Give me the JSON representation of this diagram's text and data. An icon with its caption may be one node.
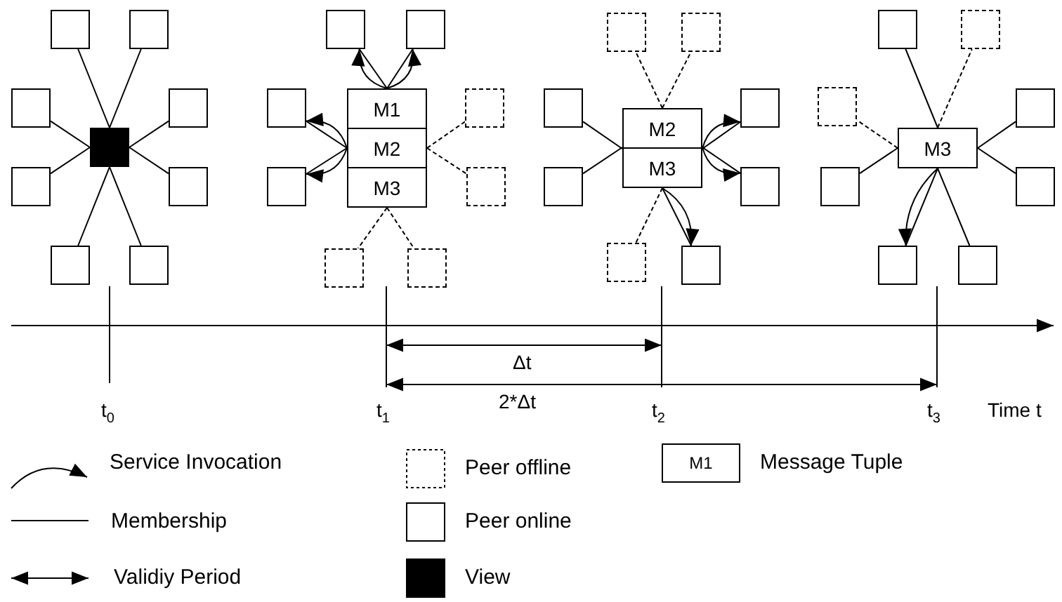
{
  "diagram": {
    "nodes": [
      {
        "text": [],
        "shape": "box"
      },
      {
        "text": [],
        "shape": "box"
      },
      {
        "text": [],
        "shape": "box"
      },
      {
        "text": [],
        "shape": "box"
      },
      {
        "text": [],
        "shape": "square"
      },
      {
        "text": [],
        "shape": "box"
      },
      {
        "text": [],
        "shape": "box"
      },
      {
        "text": [],
        "shape": "box"
      },
      {
        "text": [],
        "shape": "box"
      },
      {
        "text": [],
        "shape": "box"
      },
      {
        "text": [],
        "shape": "box"
      },
      {
        "text": [],
        "shape": "box"
      },
      {
        "text": [
          "M1"
        ]
      },
      {
        "text": [],
        "shape": "box"
      },
      {
        "text": [
          "M2"
        ]
      },
      {
        "text": [],
        "shape": "box"
      },
      {
        "text": [],
        "shape": "box"
      },
      {
        "text": [
          "M3"
        ]
      },
      {
        "text": [],
        "shape": "box"
      },
      {
        "text": [],
        "shape": "box"
      },
      {
        "text": [],
        "shape": "box"
      },
      {
        "text": [],
        "shape": "box"
      },
      {
        "text": [],
        "shape": "box"
      },
      {
        "text": [],
        "shape": "box"
      },
      {
        "text": [
          "M2"
        ]
      },
      {
        "text": [
          "M3"
        ]
      },
      {
        "text": [],
        "shape": "box"
      },
      {
        "text": [],
        "shape": "box"
      },
      {
        "text": [],
        "shape": "box"
      },
      {
        "text": [],
        "shape": "box"
      },
      {
        "text": [],
        "shape": "box"
      },
      {
        "text": [],
        "shape": "box"
      },
      {
        "text": [],
        "shape": "box"
      },
      {
        "text": [],
        "shape": "box"
      },
      {
        "text": [
          "M3"
        ]
      },
      {
        "text": [],
        "shape": "box"
      },
      {
        "text": [],
        "shape": "box"
      },
      {
        "text": [],
        "shape": "box"
      },
      {
        "text": [],
        "shape": "box"
      }
    ],
    "edges": [
      {
        "from": 4,
        "to": 0,
        "arrow": "none"
      },
      {
        "from": 4,
        "to": 1,
        "arrow": "none"
      },
      {
        "from": 4,
        "to": 2,
        "arrow": "none"
      },
      {
        "from": 4,
        "to": 3,
        "arrow": "none"
      },
      {
        "from": 4,
        "to": 5,
        "arrow": "none"
      },
      {
        "from": 4,
        "to": 6,
        "arrow": "none"
      },
      {
        "from": 4,
        "to": 7,
        "arrow": "none"
      },
      {
        "from": 4,
        "to": 8,
        "arrow": "none"
      },
      {
        "from": 12,
        "to": 9,
        "arrow": "none"
      },
      {
        "from": 12,
        "to": 10,
        "arrow": "none"
      },
      {
        "from": 12,
        "to": 9,
        "arrow": "to"
      },
      {
        "from": 12,
        "to": 10,
        "arrow": "to"
      },
      {
        "from": 14,
        "to": 11,
        "arrow": "none"
      },
      {
        "from": 14,
        "to": 15,
        "arrow": "none"
      },
      {
        "from": 14,
        "to": 11,
        "arrow": "to"
      },
      {
        "from": 14,
        "to": 15,
        "arrow": "to"
      },
      {
        "from": 14,
        "to": 13,
        "arrow": "none",
        "style": "dashed"
      },
      {
        "from": 14,
        "to": 16,
        "arrow": "none",
        "style": "dashed"
      },
      {
        "from": 17,
        "to": 18,
        "arrow": "none",
        "style": "dashed"
      },
      {
        "from": 17,
        "to": 19,
        "arrow": "none",
        "style": "dashed"
      },
      {
        "from": 24,
        "to": 20,
        "arrow": "none",
        "style": "dashed"
      },
      {
        "from": 24,
        "to": 21,
        "arrow": "none",
        "style": "dashed"
      },
      {
        "from": 24,
        "to": 22,
        "arrow": "none"
      },
      {
        "from": 25,
        "to": 26,
        "arrow": "none"
      },
      {
        "from": 24,
        "to": 23,
        "arrow": "none"
      },
      {
        "from": 25,
        "to": 27,
        "arrow": "none"
      },
      {
        "from": 24,
        "to": 23,
        "arrow": "to"
      },
      {
        "from": 25,
        "to": 27,
        "arrow": "to"
      },
      {
        "from": 25,
        "to": 28,
        "arrow": "none",
        "style": "dashed"
      },
      {
        "from": 25,
        "to": 29,
        "arrow": "none"
      },
      {
        "from": 25,
        "to": 29,
        "arrow": "to"
      },
      {
        "from": 34,
        "to": 30,
        "arrow": "none"
      },
      {
        "from": 34,
        "to": 31,
        "arrow": "none",
        "style": "dashed"
      },
      {
        "from": 34,
        "to": 32,
        "arrow": "none",
        "style": "dashed"
      },
      {
        "from": 34,
        "to": 35,
        "arrow": "none"
      },
      {
        "from": 34,
        "to": 33,
        "arrow": "none"
      },
      {
        "from": 34,
        "to": 36,
        "arrow": "none"
      },
      {
        "from": 34,
        "to": 37,
        "arrow": "none"
      },
      {
        "from": 34,
        "to": 38,
        "arrow": "none"
      },
      {
        "from": 34,
        "to": 37,
        "arrow": "to"
      }
    ],
    "labels": [
      "Δt",
      "2*Δt",
      "t$_{0}$",
      "t$_{1}$",
      "t$_{2}$",
      "t$_{3}$",
      "Time t",
      "M1"
    ],
    "legend": [
      {
        "text": "Service Invocation"
      },
      {
        "text": "Peer offline"
      },
      {
        "text": "Message Tuple"
      },
      {
        "text": "Membership"
      },
      {
        "text": "Peer online"
      },
      {
        "text": "Validiy Period"
      },
      {
        "text": "View",
        "color": "#000000"
      }
    ]
  }
}
